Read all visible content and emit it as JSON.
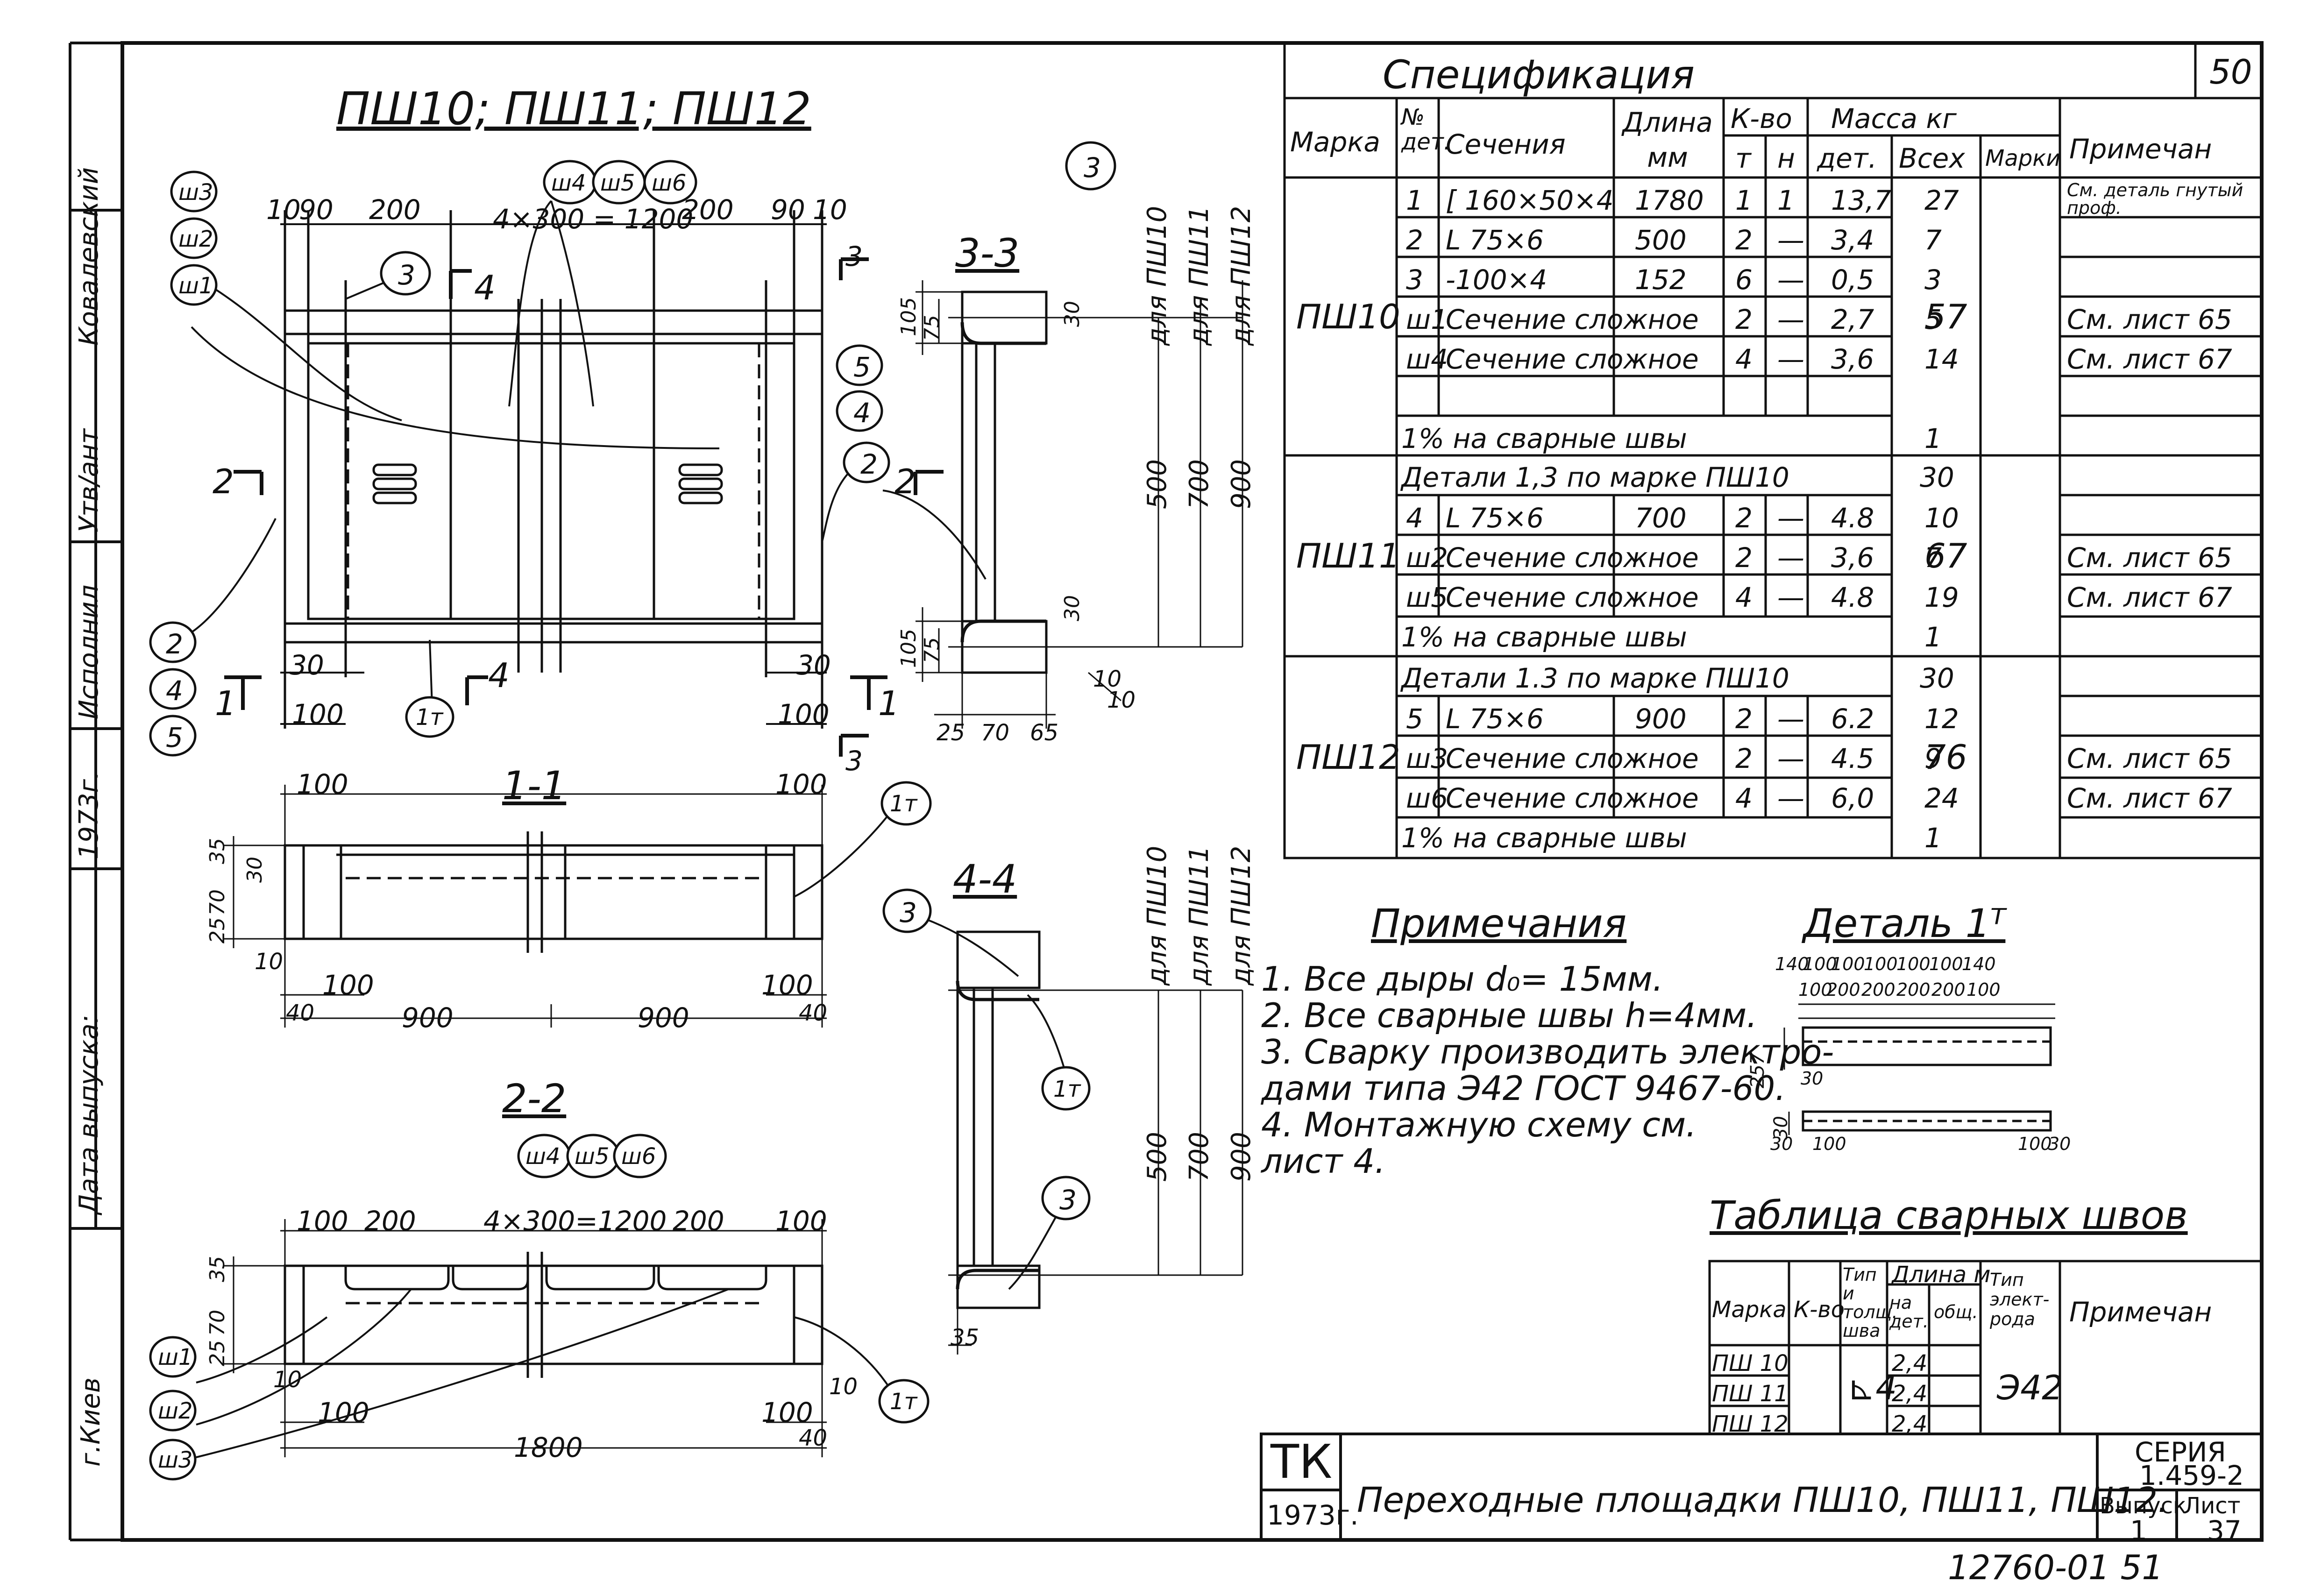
{
  "title_main": "ПШ10; ПШ11; ПШ12",
  "sheet_num": "50",
  "side_labels": [
    "Ковалевский",
    "Утв/ант",
    "Исполнил",
    "1973г.",
    "Дата выпуска:",
    "г.Киев"
  ],
  "views": {
    "s33": "3-3",
    "s11": "1-1",
    "s22": "2-2",
    "s44": "4-4",
    "detail": "Деталь 1ᵀ",
    "for_labels": [
      "для ПШ10",
      "для ПШ11",
      "для ПШ12"
    ]
  },
  "dims": {
    "top": [
      "10",
      "90",
      "200",
      "4×300 = 1200",
      "200",
      "90",
      "10"
    ],
    "heights": [
      "500",
      "700",
      "900"
    ],
    "s33": [
      "105",
      "75",
      "30",
      "105",
      "75",
      "30",
      "25",
      "70",
      "65",
      "10",
      "10"
    ],
    "s11": [
      "100",
      "100",
      "35",
      "70",
      "30",
      "25",
      "10",
      "100",
      "100",
      "900",
      "900",
      "40",
      "40"
    ],
    "s22": [
      "100",
      "200",
      "4×300=1200",
      "200",
      "100",
      "35",
      "70",
      "25",
      "10",
      "100",
      "1800",
      "40",
      "10",
      "100"
    ],
    "misc": [
      "30",
      "100",
      "30",
      "100",
      "30"
    ],
    "detail": [
      "140",
      "100",
      "100",
      "100",
      "100",
      "100",
      "140",
      "100",
      "200",
      "200",
      "200",
      "200",
      "100",
      "257",
      "30",
      "30",
      "30",
      "100",
      "100",
      "30"
    ]
  },
  "callouts": [
    "3",
    "5",
    "4",
    "2",
    "ш4",
    "ш5",
    "ш6",
    "ш3",
    "ш2",
    "ш1",
    "1т",
    "2",
    "4",
    "5",
    "3",
    "3",
    "1т",
    "3",
    "ш4",
    "ш5",
    "ш6",
    "ш1",
    "ш2",
    "ш3",
    "1т"
  ],
  "section_marks": [
    "4",
    "4",
    "2",
    "2",
    "1",
    "1",
    "3",
    "3"
  ],
  "spec": {
    "title": "Спецификация",
    "headers": {
      "marka": "Марка",
      "det": "№ дет.",
      "sech": "Сечения",
      "dlina": "Длина мм",
      "kvo": "К-во",
      "t": "т",
      "n": "н",
      "massa": "Масса кг",
      "mdet": "дет.",
      "vseh": "Всех",
      "marki": "Марки",
      "prim": "Примечан"
    },
    "groups": [
      {
        "mark": "ПШ10",
        "mass": "57",
        "rows": [
          {
            "det": "1",
            "sech": "[ 160×50×4",
            "len": "1780",
            "t": "1",
            "n": "1",
            "md": "13,7",
            "mv": "27",
            "prim": "См. деталь гнутый проф."
          },
          {
            "det": "2",
            "sech": "L 75×6",
            "len": "500",
            "t": "2",
            "n": "—",
            "md": "3,4",
            "mv": "7",
            "prim": ""
          },
          {
            "det": "3",
            "sech": "-100×4",
            "len": "152",
            "t": "6",
            "n": "—",
            "md": "0,5",
            "mv": "3",
            "prim": ""
          },
          {
            "det": "ш1",
            "sech": "Сечение сложное",
            "len": "",
            "t": "2",
            "n": "—",
            "md": "2,7",
            "mv": "5",
            "prim": "См. лист 65"
          },
          {
            "det": "ш4",
            "sech": "Сечение сложное",
            "len": "",
            "t": "4",
            "n": "—",
            "md": "3,6",
            "mv": "14",
            "prim": "См. лист 67"
          }
        ],
        "extra": [
          {
            "text": "1% на сварные швы",
            "mv": "1"
          }
        ]
      },
      {
        "mark": "ПШ11",
        "mass": "67",
        "rows": [
          {
            "det": "4",
            "sech": "L 75×6",
            "len": "700",
            "t": "2",
            "n": "—",
            "md": "4.8",
            "mv": "10",
            "prim": ""
          },
          {
            "det": "ш2",
            "sech": "Сечение сложное",
            "len": "",
            "t": "2",
            "n": "—",
            "md": "3,6",
            "mv": "7",
            "prim": "См. лист 65"
          },
          {
            "det": "ш5",
            "sech": "Сечение сложное",
            "len": "",
            "t": "4",
            "n": "—",
            "md": "4.8",
            "mv": "19",
            "prim": "См. лист 67"
          }
        ],
        "pre": {
          "text": "Детали 1,3 по марке ПШ10",
          "mv": "30"
        },
        "extra": [
          {
            "text": "1% на сварные швы",
            "mv": "1"
          }
        ]
      },
      {
        "mark": "ПШ12",
        "mass": "76",
        "rows": [
          {
            "det": "5",
            "sech": "L 75×6",
            "len": "900",
            "t": "2",
            "n": "—",
            "md": "6.2",
            "mv": "12",
            "prim": ""
          },
          {
            "det": "ш3",
            "sech": "Сечение сложное",
            "len": "",
            "t": "2",
            "n": "—",
            "md": "4.5",
            "mv": "9",
            "prim": "См. лист 65"
          },
          {
            "det": "ш6",
            "sech": "Сечение сложное",
            "len": "",
            "t": "4",
            "n": "—",
            "md": "6,0",
            "mv": "24",
            "prim": "См. лист 67"
          }
        ],
        "pre": {
          "text": "Детали 1.3 по марке ПШ10",
          "mv": "30"
        },
        "extra": [
          {
            "text": "1% на сварные швы",
            "mv": "1"
          }
        ]
      }
    ]
  },
  "notes": {
    "title": "Примечания",
    "lines": [
      "1. Все дыры d₀= 15мм.",
      "2. Все сварные швы h=4мм.",
      "3. Сварку производить электро-",
      "   дами типа Э42 ГОСТ 9467-60.",
      "4. Монтажную схему см.",
      "   лист 4."
    ]
  },
  "welds": {
    "title": "Таблица сварных швов",
    "headers": {
      "marka": "Марка",
      "kvo": "К-во",
      "tip": "Тип и толщ. шва",
      "dlina": "Длина м",
      "nadet": "на дет.",
      "obsh": "общ.",
      "el": "Тип элект- рода",
      "prim": "Примечан"
    },
    "rows": [
      {
        "mark": "ПШ 10",
        "len": "2,4"
      },
      {
        "mark": "ПШ 11",
        "len": "2,4"
      },
      {
        "mark": "ПШ 12",
        "len": "2,4"
      }
    ],
    "seam": "⊾4",
    "electrode": "Э42"
  },
  "titleblock": {
    "org": "ТК",
    "year": "1973г.",
    "name": "Переходные площадки ПШ10, ПШ11, ПШ12.",
    "series_label": "СЕРИЯ",
    "series": "1.459-2",
    "vyp_label": "Выпуск",
    "vyp": "1",
    "list_label": "Лист",
    "list": "37"
  },
  "footer": "12760-01   51"
}
